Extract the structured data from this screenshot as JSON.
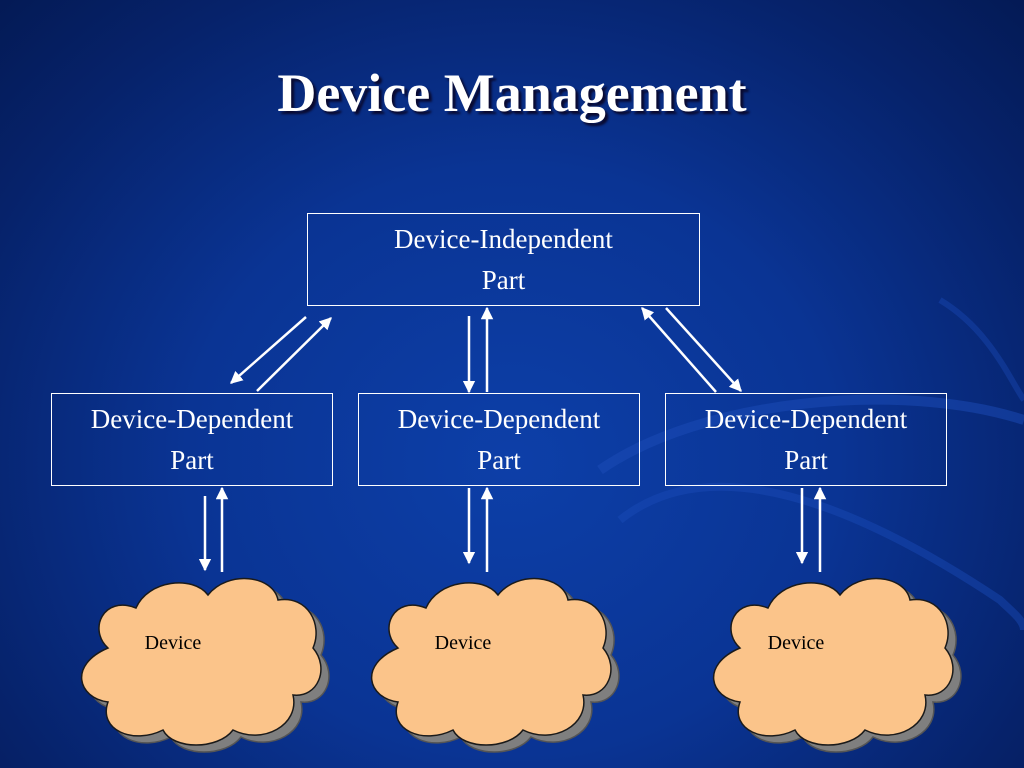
{
  "slide": {
    "title": "Device Management"
  },
  "diagram": {
    "top_box": {
      "line1": "Device-Independent",
      "line2": "Part"
    },
    "dependent_boxes": [
      {
        "line1": "Device-Dependent",
        "line2": "Part"
      },
      {
        "line1": "Device-Dependent",
        "line2": "Part"
      },
      {
        "line1": "Device-Dependent",
        "line2": "Part"
      }
    ],
    "devices": [
      {
        "label": "Device"
      },
      {
        "label": "Device"
      },
      {
        "label": "Device"
      }
    ]
  },
  "colors": {
    "background": "#0a3494",
    "cloud_fill": "#fbc48a",
    "cloud_shadow": "#8a8a8a",
    "line": "#ffffff"
  }
}
